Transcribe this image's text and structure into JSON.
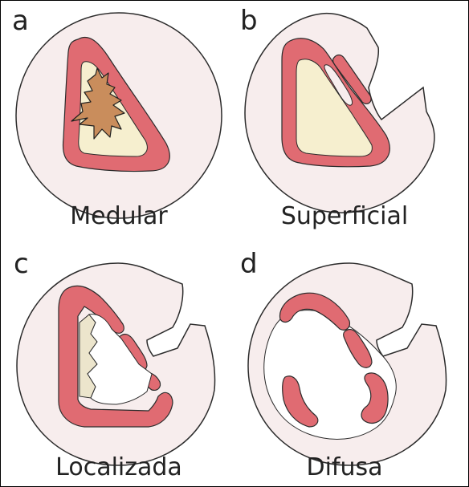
{
  "panels": [
    {
      "letter": "a",
      "caption": "Medular"
    },
    {
      "letter": "b",
      "caption": "Superficial"
    },
    {
      "letter": "c",
      "caption": "Localizada"
    },
    {
      "letter": "d",
      "caption": "Difusa"
    }
  ],
  "colors": {
    "disc": "#f7eded",
    "outline": "#2b2b2b",
    "cortex": "#e06b72",
    "marrow": "#f6efcf",
    "lesion": "#c98d5c",
    "sequestrum": "#ece5cc",
    "cavity": "#ffffff"
  }
}
